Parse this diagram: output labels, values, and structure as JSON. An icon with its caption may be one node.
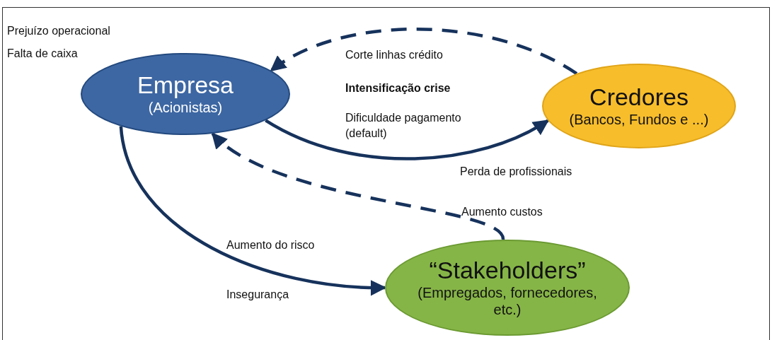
{
  "diagram": {
    "nodes": [
      {
        "text": [
          "Empresa",
          "(Acionistas)"
        ]
      },
      {
        "text": [
          "Credores",
          "(Bancos, Fundos e ...)"
        ]
      },
      {
        "text": [
          "“Stakeholders”",
          "(Empregados, fornecedores, etc.)"
        ]
      }
    ],
    "edges": [
      {
        "from": 1,
        "to": 0,
        "arrow": "to",
        "style": "dashed"
      },
      {
        "from": 0,
        "to": 1,
        "arrow": "to"
      },
      {
        "from": 2,
        "to": 0,
        "arrow": "to",
        "style": "dashed"
      },
      {
        "from": 0,
        "to": 2,
        "arrow": "to"
      }
    ],
    "labels": [
      "Prejuízo operacional",
      "Falta de caixa",
      "Corte linhas crédito",
      "Intensificação crise",
      "Dificuldade pagamento (default)",
      "Perda de profissionais",
      "Aumento custos",
      "Aumento do risco",
      "Insegurança"
    ]
  }
}
